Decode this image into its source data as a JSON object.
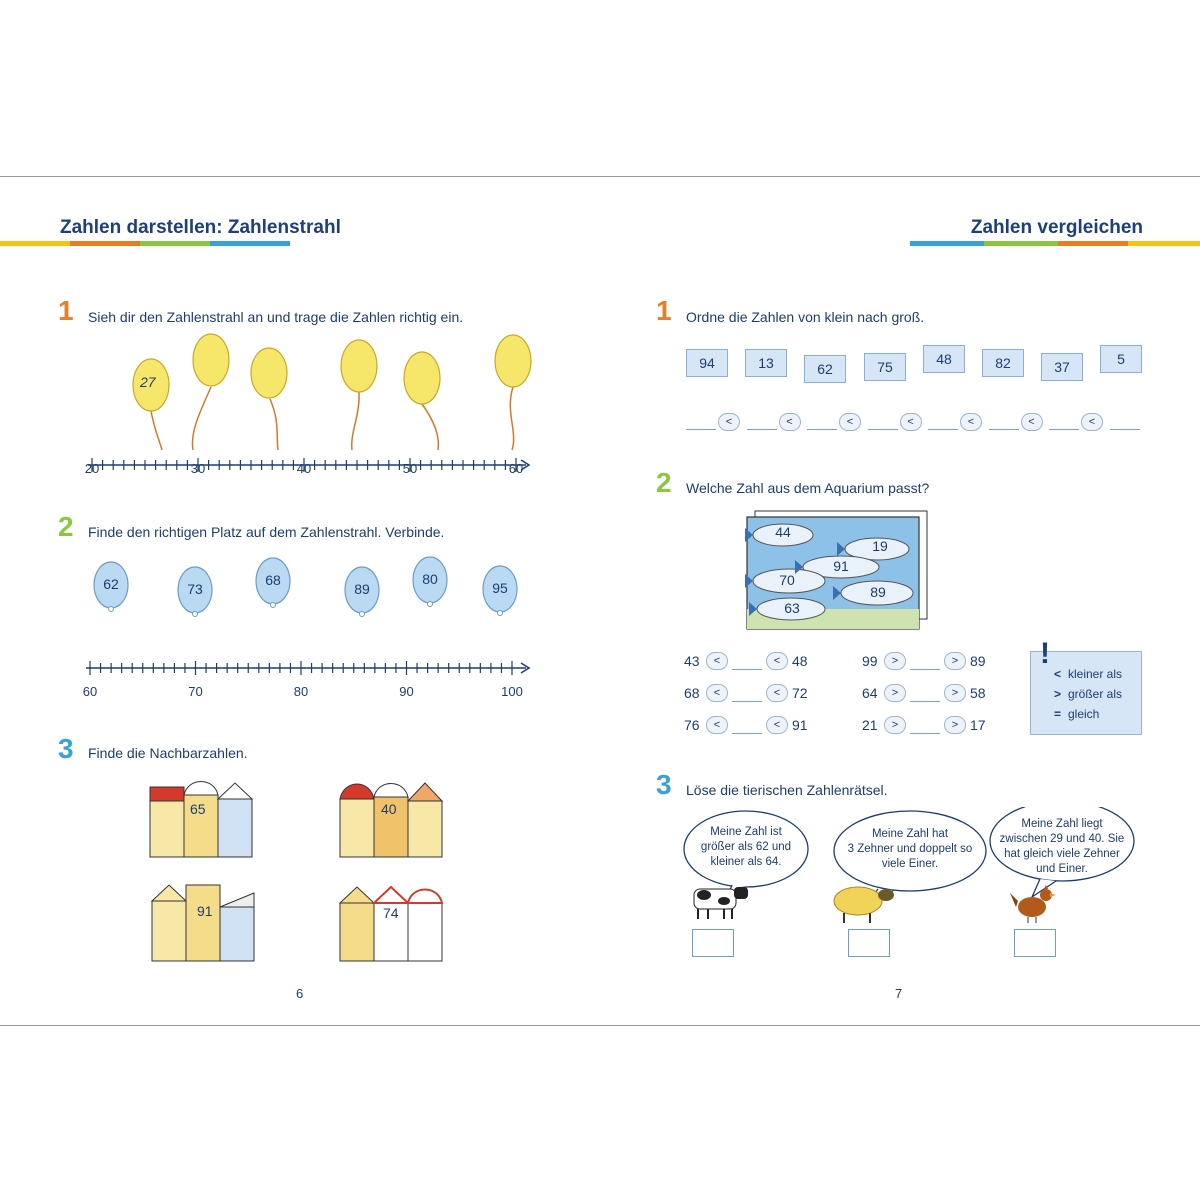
{
  "left": {
    "title": "Zahlen darstellen: Zahlenstrahl",
    "task1": {
      "num": "1",
      "text": "Sieh dir den Zahlenstrahl an und trage die Zahlen richtig ein.",
      "balloon_label": "27",
      "axis": [
        "20",
        "30",
        "40",
        "50",
        "60"
      ]
    },
    "task2": {
      "num": "2",
      "text": "Finde den richtigen Platz auf dem Zahlenstrahl. Verbinde.",
      "balloons": [
        "62",
        "73",
        "68",
        "89",
        "80",
        "95"
      ],
      "axis": [
        "60",
        "70",
        "80",
        "90",
        "100"
      ]
    },
    "task3": {
      "num": "3",
      "text": "Finde die Nachbarzahlen.",
      "houses": [
        "65",
        "40",
        "91",
        "74"
      ]
    },
    "page_number": "6"
  },
  "right": {
    "title": "Zahlen vergleichen",
    "task1": {
      "num": "1",
      "text": "Ordne die Zahlen von klein nach groß.",
      "cards": [
        "94",
        "13",
        "62",
        "75",
        "48",
        "82",
        "37",
        "5"
      ],
      "sign": "<"
    },
    "task2": {
      "num": "2",
      "text": "Welche Zahl aus dem Aquarium passt?",
      "fish": [
        "44",
        "19",
        "91",
        "70",
        "89",
        "63"
      ],
      "rows": [
        {
          "a": "43",
          "op": "<",
          "b": "48"
        },
        {
          "a": "68",
          "op": "<",
          "b": "72"
        },
        {
          "a": "76",
          "op": "<",
          "b": "91"
        },
        {
          "a": "99",
          "op": ">",
          "b": "89"
        },
        {
          "a": "64",
          "op": ">",
          "b": "58"
        },
        {
          "a": "21",
          "op": ">",
          "b": "17"
        }
      ],
      "legend": {
        "mark": "!",
        "items": [
          {
            "sym": "<",
            "text": "kleiner als"
          },
          {
            "sym": ">",
            "text": "größer als"
          },
          {
            "sym": "=",
            "text": "gleich"
          }
        ]
      }
    },
    "task3": {
      "num": "3",
      "text": "Löse die tierischen Zahlenrätsel.",
      "bubbles": [
        [
          "Meine Zahl ist",
          "größer als 62 und",
          "kleiner als 64."
        ],
        [
          "Meine Zahl hat",
          "3 Zehner und doppelt so",
          "viele Einer."
        ],
        [
          "Meine Zahl liegt",
          "zwischen 29 und 40. Sie",
          "hat gleich viele Zehner",
          "und Einer."
        ]
      ]
    },
    "page_number": "7"
  },
  "colors": {
    "orange": "#e57e25",
    "green": "#8cc63f",
    "blue": "#3aa1d8",
    "navy": "#1d3f7a",
    "yellow": "#f6e66a",
    "balloon_blue": "#b9daf2"
  }
}
